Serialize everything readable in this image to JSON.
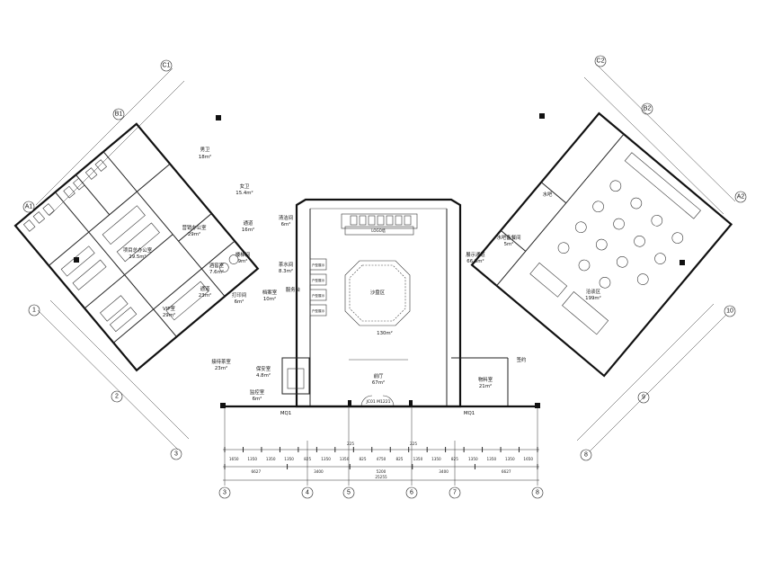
{
  "rooms": {
    "restroom_w": "男卫",
    "restroom_w_area": "18m²",
    "restroom_f": "女卫",
    "restroom_f_area": "15.4m²",
    "office_team": "营销办公室",
    "office_team_area": "29m²",
    "office_manager": "项目总办公室",
    "office_manager_area": "29.5m²",
    "corridor1": "通道",
    "corridor1_area": "16m²",
    "wash": "清洁间",
    "wash_area": "6m²",
    "wine": "酒窖室",
    "wine_area": "7.6m²",
    "stair": "楼梯间",
    "stair_area": "9m²",
    "tea": "茶水间",
    "tea_area": "8.3m²",
    "vip": "VIP室",
    "vip_area": "29m²",
    "corridor2": "通道",
    "corridor2_area": "23m²",
    "print": "打印间",
    "print_area": "6m²",
    "archive": "档案室",
    "archive_area": "10m²",
    "service": "服务台",
    "reception": "接待茶室",
    "reception_area": "23m²",
    "security": "保安室",
    "security_area": "4.8m²",
    "monitor": "监控室",
    "monitor_area": "6m²",
    "sand_table": "沙盘区",
    "sand_area": "130m²",
    "hall": "前厅",
    "hall_area": "67m²",
    "exhibit": "展示通道",
    "exhibit_area": "66.5m²",
    "bar_prep": "水吧备餐间",
    "bar_prep_area": "5m²",
    "water_bar": "水吧",
    "negotiate": "洽谈区",
    "negotiate_area": "199m²",
    "storage": "物料室",
    "storage_area": "21m²",
    "vip_room_sign": "签约",
    "display_panel": "户型展示",
    "stage_sign": "LOGO墙",
    "entrance": "JC01  M1221"
  },
  "door_tags": {
    "left": "MQ1",
    "right": "MQ1"
  },
  "axes": {
    "bottom": [
      "3",
      "4",
      "5",
      "6",
      "7",
      "8"
    ],
    "left_lower": [
      "1",
      "2",
      "3"
    ],
    "left_upper": [
      "A1",
      "B1",
      "C1"
    ],
    "right_upper": [
      "C2",
      "B2",
      "A2"
    ],
    "right_lower": [
      "10",
      "9",
      "8"
    ]
  },
  "dimensions": {
    "bottom_row1": [
      "1650",
      "1350",
      "1350",
      "1350",
      "825",
      "1350",
      "1350",
      "825",
      "4750",
      "825",
      "1350",
      "1350",
      "825",
      "1350",
      "1350",
      "1350",
      "1650"
    ],
    "bottom_row2": [
      "6627",
      "3400",
      "5200",
      "3400",
      "6627"
    ],
    "bottom_total": "25255",
    "bottom_small": [
      "225",
      "225"
    ]
  }
}
